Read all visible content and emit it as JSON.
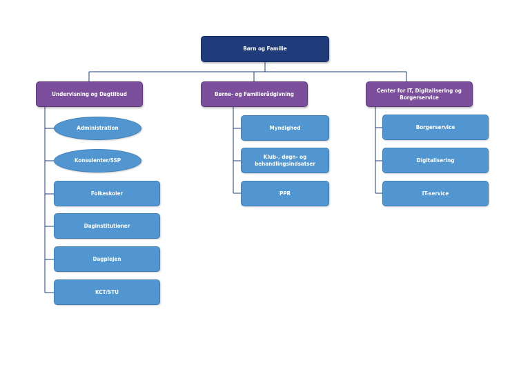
{
  "root": {
    "label": "Børn og Familie"
  },
  "departments": [
    {
      "label": "Undervisning og Dagtilbud",
      "units": [
        "Administration",
        "Konsulenter/SSP",
        "Folkeskoler",
        "Daginstitutioner",
        "Dagplejen",
        "KCT/STU"
      ]
    },
    {
      "label": "Børne- og Familierådgivning",
      "units": [
        "Myndighed",
        "Klub-, døgn- og behandlingsindsatser",
        "PPR"
      ]
    },
    {
      "label": "Center for IT, Digitalisering og Borgerservice",
      "units": [
        "Borgerservice",
        "Digitalisering",
        "IT-service"
      ]
    }
  ],
  "colors": {
    "root": "#1f3b7a",
    "department": "#7b4f9b",
    "unit": "#5196d1",
    "connector": "#1f3b7a"
  }
}
